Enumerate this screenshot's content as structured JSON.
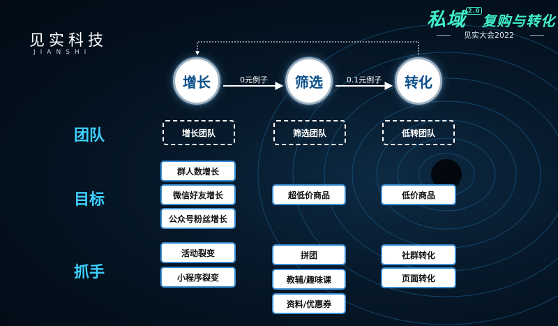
{
  "brand": {
    "name": "见实科技",
    "subtitle": "JIANSHI"
  },
  "event": {
    "title_1": "私域",
    "badge": "2.0",
    "title_2": "复购",
    "title_3": "与",
    "title_4": "转化",
    "subtitle": "见实大会2022"
  },
  "stages": [
    "增长",
    "筛选",
    "转化"
  ],
  "arrows": [
    "0元例子",
    "0.1元例子"
  ],
  "rows": [
    "团队",
    "目标",
    "抓手"
  ],
  "team": [
    "增长团队",
    "筛选团队",
    "低转团队"
  ],
  "goals": {
    "growth": [
      "群人数增长",
      "微信好友增长",
      "公众号粉丝增长"
    ],
    "filter": [
      "超低价商品"
    ],
    "convert": [
      "低价商品"
    ]
  },
  "levers": {
    "growth": [
      "活动裂变",
      "小程序裂变"
    ],
    "filter": [
      "拼团",
      "教辅/趣味课",
      "资料/优惠券"
    ],
    "convert": [
      "社群转化",
      "页面转化"
    ]
  },
  "colors": {
    "accent_teal": "#3ff0c8",
    "row_label_blue": "#3fd0ff",
    "stage_text": "#0b4f8a",
    "box_border": "#3b8fd6"
  }
}
